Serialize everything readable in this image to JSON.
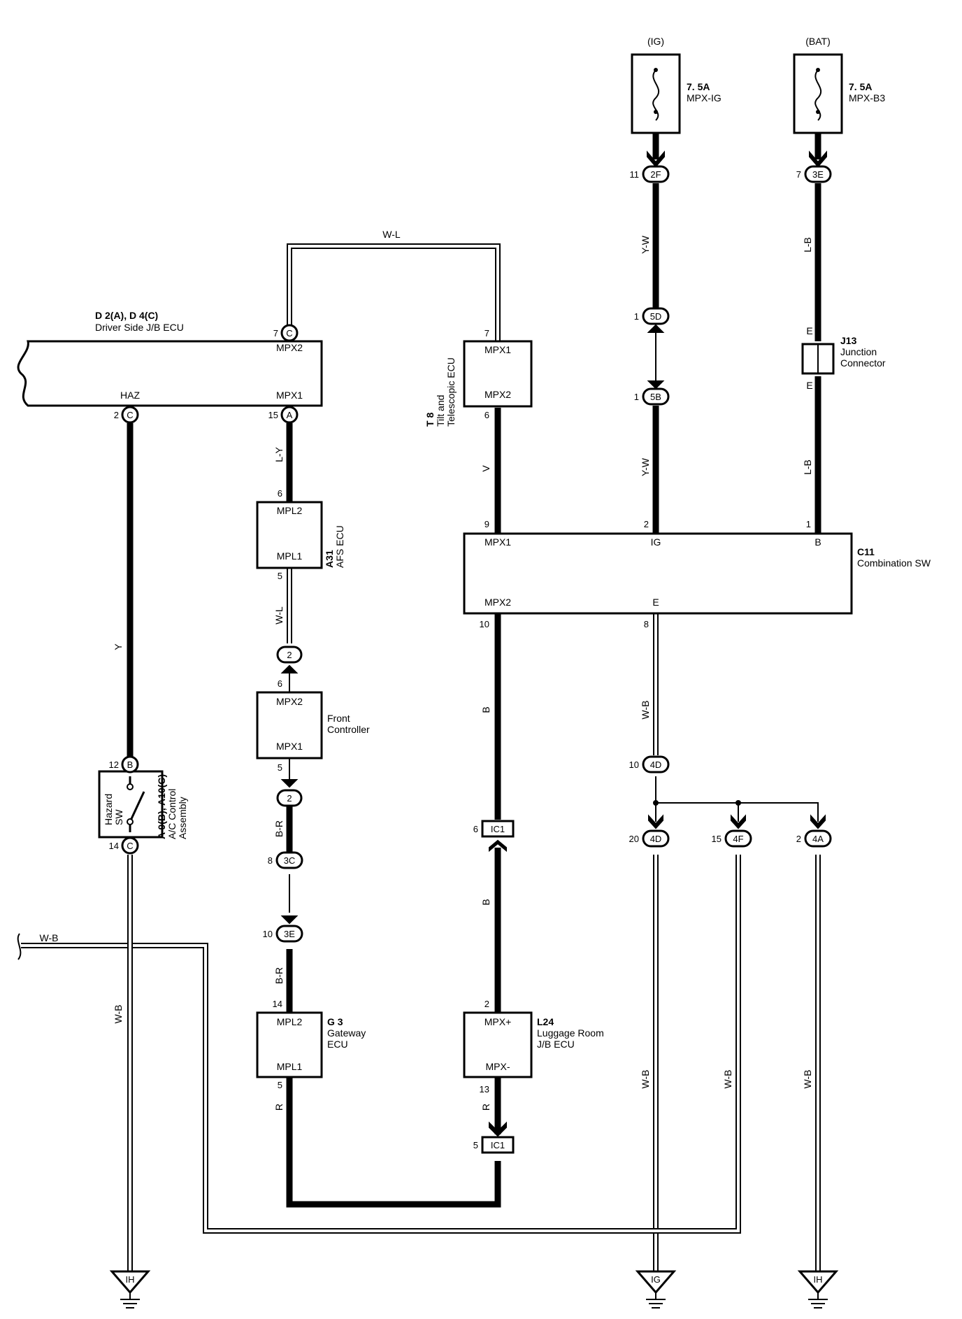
{
  "fuses": {
    "ig": {
      "source": "(IG)",
      "rating": "7. 5A",
      "name": "MPX-IG"
    },
    "bat": {
      "source": "(BAT)",
      "rating": "7. 5A",
      "name": "MPX-B3"
    }
  },
  "components": {
    "driver_jb": {
      "ref": "D 2(A), D 4(C)",
      "name": "Driver Side J/B ECU",
      "pin_mpx2": "MPX2",
      "pin_mpx1": "MPX1",
      "pin_haz": "HAZ"
    },
    "tilt": {
      "ref": "T 8",
      "name1": "Tilt and",
      "name2": "Telescopic ECU",
      "pin_mpx1": "MPX1",
      "pin_mpx2": "MPX2"
    },
    "afs": {
      "ref": "A31",
      "name": "AFS ECU",
      "pin_mpl2": "MPL2",
      "pin_mpl1": "MPL1"
    },
    "front": {
      "name1": "Front",
      "name2": "Controller",
      "pin_mpx2": "MPX2",
      "pin_mpx1": "MPX1"
    },
    "gateway": {
      "ref": "G 3",
      "name1": "Gateway",
      "name2": "ECU",
      "pin_mpl2": "MPL2",
      "pin_mpl1": "MPL1"
    },
    "luggage": {
      "ref": "L24",
      "name1": "Luggage Room",
      "name2": "J/B ECU",
      "pin_plus": "MPX+",
      "pin_minus": "MPX-"
    },
    "combination": {
      "ref": "C11",
      "name": "Combination SW",
      "pin_mpx1": "MPX1",
      "pin_ig": "IG",
      "pin_b": "B",
      "pin_mpx2": "MPX2",
      "pin_e": "E"
    },
    "junction": {
      "ref": "J13",
      "name1": "Junction",
      "name2": "Connector",
      "pin_top": "E",
      "pin_bottom": "E"
    },
    "hazard": {
      "ref": "A 9(B), A10(C)",
      "name1": "A/C Control",
      "name2": "Assembly",
      "sw1": "Hazard",
      "sw2": "SW"
    }
  },
  "connectors": {
    "c2F": {
      "pin": "11",
      "label": "2F"
    },
    "c3E_top": {
      "pin": "7",
      "label": "3E"
    },
    "c5D": {
      "pin": "1",
      "label": "5D"
    },
    "c5B": {
      "pin": "1",
      "label": "5B"
    },
    "c7C": {
      "pin": "7",
      "label": "C"
    },
    "cTilt7": {
      "pin": "7"
    },
    "c2C": {
      "pin": "2",
      "label": "C"
    },
    "c15A": {
      "pin": "15",
      "label": "A"
    },
    "cTilt6": {
      "pin": "6"
    },
    "cAfs6": {
      "pin": "6"
    },
    "cAfs5": {
      "pin": "5"
    },
    "cComb9": {
      "pin": "9"
    },
    "cComb2": {
      "pin": "2"
    },
    "cComb1": {
      "pin": "1"
    },
    "cComb10": {
      "pin": "10"
    },
    "cComb8": {
      "pin": "8"
    },
    "c2a": {
      "label": "2"
    },
    "cFront6": {
      "pin": "6"
    },
    "cFront5": {
      "pin": "5"
    },
    "c2b": {
      "label": "2"
    },
    "c3C": {
      "pin": "8",
      "label": "3C"
    },
    "c3E_mid": {
      "pin": "10",
      "label": "3E"
    },
    "cGw14": {
      "pin": "14"
    },
    "cGw5": {
      "pin": "5"
    },
    "c4D_top": {
      "pin": "10",
      "label": "4D"
    },
    "c4D": {
      "pin": "20",
      "label": "4D"
    },
    "c4F": {
      "pin": "15",
      "label": "4F"
    },
    "c4A": {
      "pin": "2",
      "label": "4A"
    },
    "cIC1_top": {
      "pin": "6",
      "label": "IC1"
    },
    "cIC1_bot": {
      "pin": "5",
      "label": "IC1"
    },
    "cLug2": {
      "pin": "2"
    },
    "cLug13": {
      "pin": "13"
    },
    "c12B": {
      "pin": "12",
      "label": "B"
    },
    "c14C": {
      "pin": "14",
      "label": "C"
    }
  },
  "wires": {
    "w_top": "W-L",
    "yw1": "Y-W",
    "yw2": "Y-W",
    "lb1": "L-B",
    "lb2": "L-B",
    "ly": "L-Y",
    "v": "V",
    "y": "Y",
    "wl": "W-L",
    "b1": "B",
    "wb_comb": "W-B",
    "br1": "B-R",
    "br2": "B-R",
    "b2": "B",
    "wb_left": "W-B",
    "wb_haz": "W-B",
    "r1": "R",
    "r2": "R",
    "wb4d": "W-B",
    "wb4f": "W-B",
    "wb4a": "W-B"
  },
  "grounds": {
    "g1": "IH",
    "g2": "IG",
    "g3": "IH"
  }
}
